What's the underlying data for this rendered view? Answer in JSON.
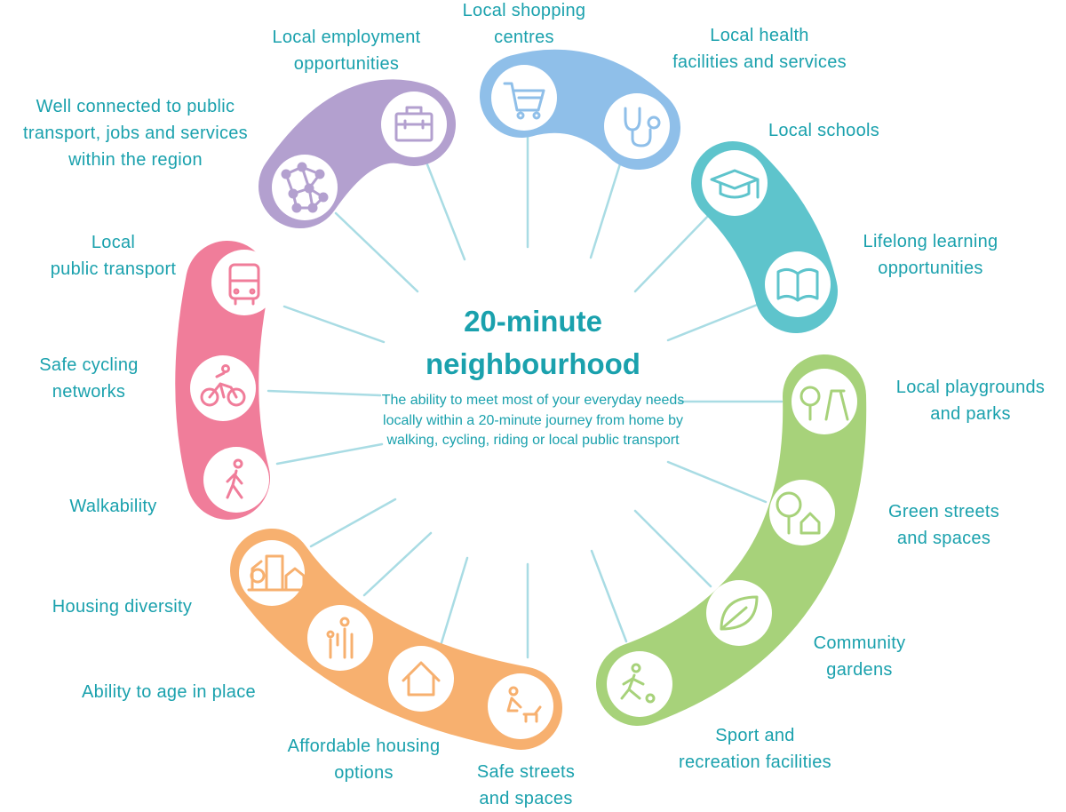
{
  "center": {
    "title": "20-minute\nneighbourhood",
    "description": "The ability to meet most of your everyday needs locally within a 20-minute journey from home by walking, cycling, riding or local public transport"
  },
  "colors": {
    "text": "#1aa1ad",
    "connector": "#a9dce4",
    "purple": "#b3a0cf",
    "blue": "#8fbfe9",
    "teal": "#5ec4cc",
    "green": "#a7d27a",
    "orange": "#f7b06f",
    "pink": "#f07d9a"
  },
  "labels": {
    "employment": "Local employment\nopportunities",
    "shopping": "Local shopping\ncentres",
    "health": "Local health\nfacilities and services",
    "schools": "Local schools",
    "lifelong": "Lifelong learning\nopportunities",
    "connected": "Well connected to public\ntransport, jobs and services\nwithin the region",
    "public_transport": "Local\npublic transport",
    "cycling": "Safe cycling\nnetworks",
    "walkability": "Walkability",
    "playgrounds": "Local playgrounds\nand parks",
    "green_streets": "Green streets\nand spaces",
    "gardens": "Community\ngardens",
    "sport": "Sport and\nrecreation facilities",
    "housing_diversity": "Housing diversity",
    "age_in_place": "Ability to age in place",
    "affordable": "Affordable housing\noptions",
    "safe_streets": "Safe streets\nand spaces"
  },
  "icons": {
    "network": "network-icon",
    "briefcase": "briefcase-icon",
    "cart": "shopping-cart-icon",
    "stethoscope": "stethoscope-icon",
    "graduation": "graduation-cap-icon",
    "book": "book-icon",
    "bus": "bus-icon",
    "cyclist": "cyclist-icon",
    "walker": "walker-icon",
    "playground": "playground-icon",
    "tree_house": "tree-house-icon",
    "leaf": "leaf-icon",
    "soccer": "soccer-player-icon",
    "buildings": "buildings-icon",
    "family": "family-icon",
    "house": "house-icon",
    "dog_walker": "person-with-dog-icon"
  }
}
